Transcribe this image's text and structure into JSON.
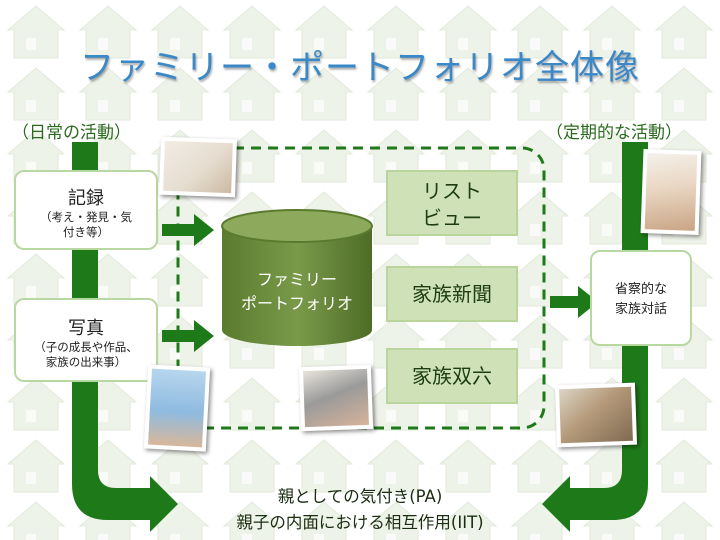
{
  "title": "ファミリー・ポートフォリオ全体像",
  "daily_label": "（日常の活動）",
  "periodic_label": "（定期的な活動）",
  "record": {
    "title": "記録",
    "sub1": "（考え・発見・気",
    "sub2": "付き等）"
  },
  "photo": {
    "title": "写真",
    "sub1": "（子の成長や作品、",
    "sub2": "家族の出来事）"
  },
  "database": {
    "line1": "ファミリー",
    "line2": "ポートフォリオ"
  },
  "outputs": {
    "list_line1": "リスト",
    "list_line2": "ビュー",
    "newspaper": "家族新聞",
    "sugoroku": "家族双六"
  },
  "dialogue": {
    "line1": "省察的な",
    "line2": "家族対話"
  },
  "bottom": {
    "line1": "親としての気付き(PA)",
    "line2": "親子の内面における相互作用(IIT)"
  },
  "colors": {
    "title": "#3a88c8",
    "dark_green": "#1e7a18",
    "db_green": "#6a8a3a",
    "output_fill": "#cfe2b7"
  },
  "icons": [
    "house-pattern",
    "arrow-right",
    "arrow-down-curved",
    "database-cylinder",
    "photo-frame"
  ]
}
